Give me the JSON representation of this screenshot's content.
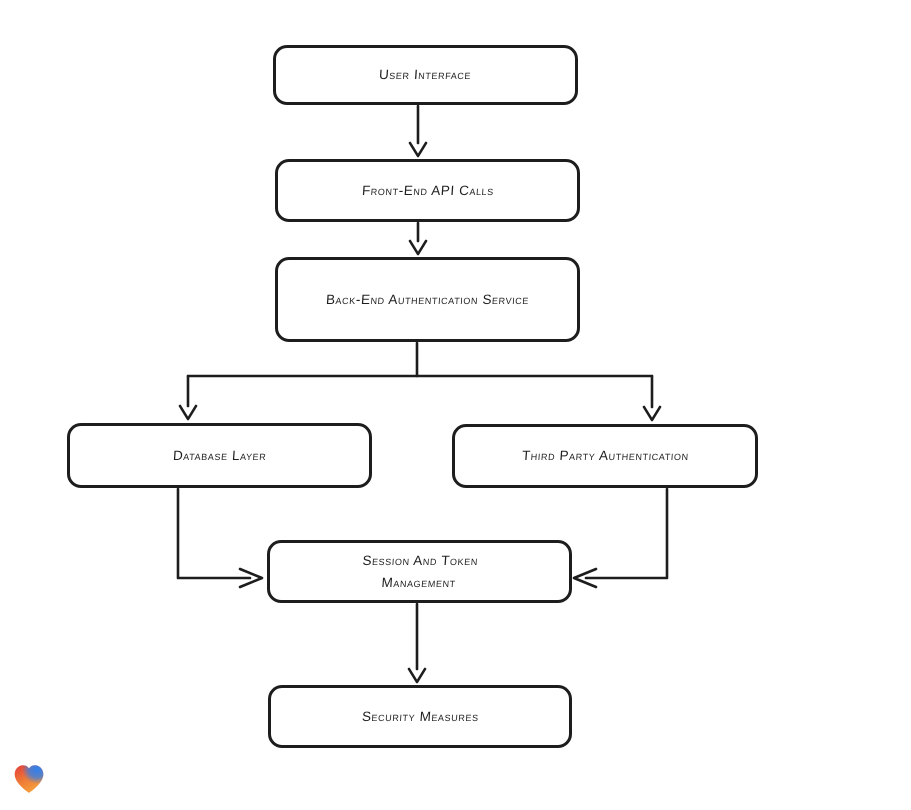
{
  "diagram": {
    "type": "flowchart",
    "background": "#ffffff",
    "stroke_color": "#1d1d1d",
    "nodes": [
      {
        "id": "user-interface",
        "label": "User Interface"
      },
      {
        "id": "front-end-api-calls",
        "label": "Front-End API Calls"
      },
      {
        "id": "back-end-authentication-service",
        "label": "Back-End Authentication Service"
      },
      {
        "id": "database-layer",
        "label": "Database Layer"
      },
      {
        "id": "third-party-authentication",
        "label": "Third Party Authentication"
      },
      {
        "id": "session-and-token-management",
        "label": "Session And Token Management"
      },
      {
        "id": "security-measures",
        "label": "Security Measures"
      }
    ],
    "edges": [
      {
        "from": "user-interface",
        "to": "front-end-api-calls"
      },
      {
        "from": "front-end-api-calls",
        "to": "back-end-authentication-service"
      },
      {
        "from": "back-end-authentication-service",
        "to": "database-layer"
      },
      {
        "from": "back-end-authentication-service",
        "to": "third-party-authentication"
      },
      {
        "from": "database-layer",
        "to": "session-and-token-management"
      },
      {
        "from": "third-party-authentication",
        "to": "session-and-token-management"
      },
      {
        "from": "session-and-token-management",
        "to": "security-measures"
      }
    ]
  },
  "logo": {
    "name": "heart-logo",
    "colors": {
      "red": "#e23b3b",
      "blue": "#2f80ed",
      "orange": "#f5a03c"
    }
  }
}
